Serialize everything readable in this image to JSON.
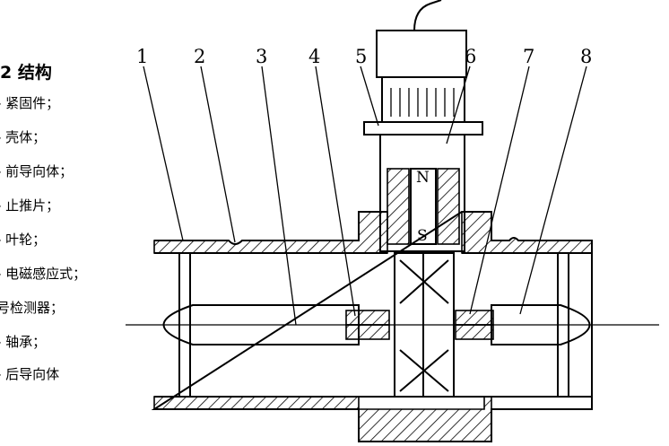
{
  "legend": {
    "title": "2 结构",
    "items": [
      "- 紧固件；",
      "- 壳体；",
      "- 前导向体；",
      "- 止推片；",
      "- 叶轮；",
      "- 电磁感应式；",
      "号检测器；",
      "- 轴承；",
      "- 后导向体"
    ]
  },
  "callouts": [
    "1",
    "2",
    "3",
    "4",
    "5",
    "6",
    "7",
    "8"
  ],
  "magnet": {
    "north": "N",
    "south": "S"
  }
}
